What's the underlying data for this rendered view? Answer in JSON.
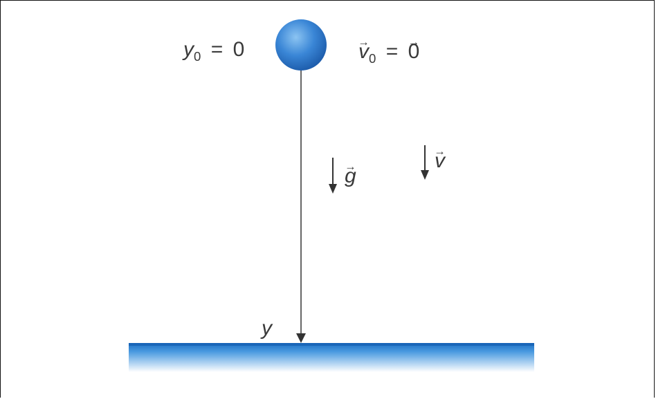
{
  "labels": {
    "initial_position": {
      "symbol": "y",
      "subscript": "0",
      "equals": "=",
      "value": "0"
    },
    "initial_velocity": {
      "symbol": "v",
      "subscript": "0",
      "equals": "=",
      "value": "0"
    },
    "gravity": "g",
    "velocity": "v",
    "final_position": "y"
  },
  "colors": {
    "ball": "#3a86d6",
    "ground": "#3b8fd8",
    "arrow": "#333333",
    "text": "#3a3a3a"
  }
}
